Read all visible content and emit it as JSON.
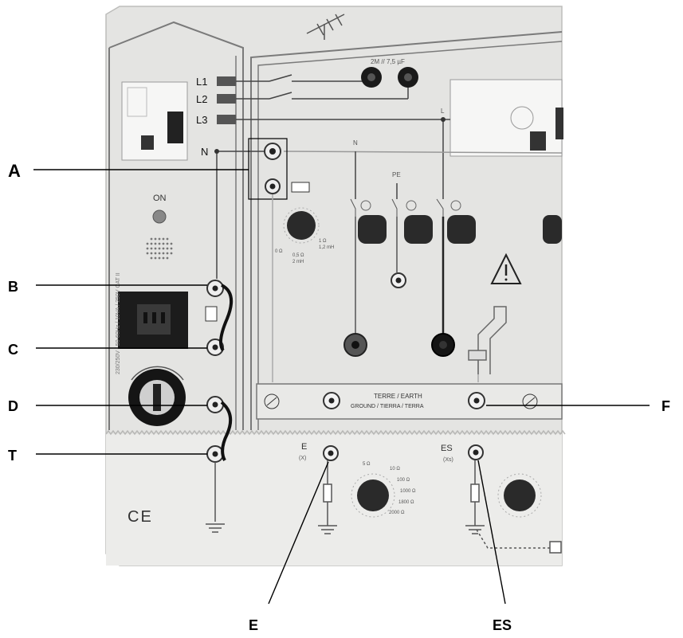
{
  "callouts": {
    "a": "A",
    "b": "B",
    "c": "C",
    "d": "D",
    "t": "T",
    "f": "F",
    "e": "E",
    "es": "ES"
  },
  "board": {
    "phase_labels": [
      "L1",
      "L2",
      "L3",
      "N"
    ],
    "on_label": "ON",
    "top_terminal_label": "2M // 7,5 µF",
    "rail_n": "N",
    "rail_l": "L",
    "rail_pe": "PE",
    "ground_strip_title": "TERRE / EARTH",
    "ground_strip_sub": "GROUND / TIERRA / TERRA",
    "ce_mark": "CE",
    "e_label": "E",
    "e_sub": "(X)",
    "es_label": "ES",
    "es_sub": "(Xs)",
    "knob_left_labels": [
      "0 Ω",
      "0,5 Ω",
      "2 mH",
      "1 Ω",
      "1,2 mH"
    ],
    "e_knob_labels": [
      "5 Ω",
      "10 Ω",
      "100 Ω",
      "1000 Ω",
      "1800 Ω",
      "2000 Ω"
    ]
  },
  "colors": {
    "panel": "#e6e6e4",
    "panel_dark": "#cfcfcd",
    "button": "#2a2a2a",
    "terminal": "#1a1a1a",
    "line": "#333333",
    "callout_line": "#000000"
  }
}
